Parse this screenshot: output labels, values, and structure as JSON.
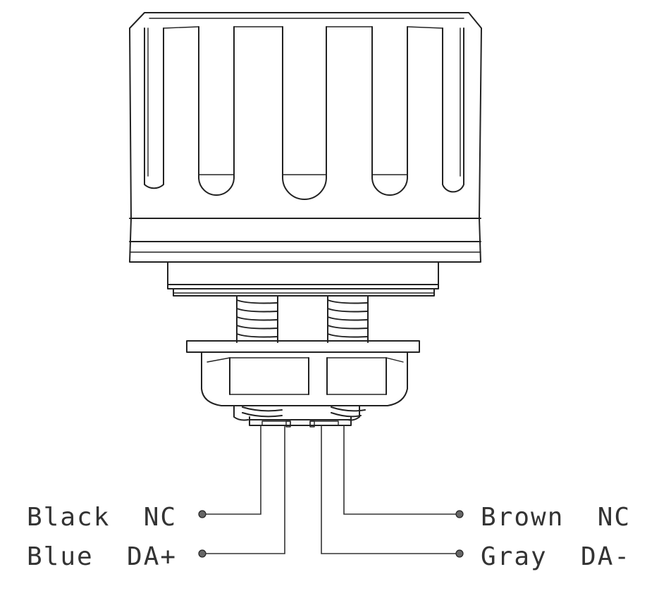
{
  "wires": [
    {
      "key": "black",
      "color_name": "Black",
      "signal": "NC",
      "side": "left"
    },
    {
      "key": "blue",
      "color_name": "Blue",
      "signal": "DA+",
      "side": "left"
    },
    {
      "key": "brown",
      "color_name": "Brown",
      "signal": "NC",
      "side": "right"
    },
    {
      "key": "gray",
      "color_name": "Gray",
      "signal": "DA-",
      "side": "right"
    }
  ],
  "labels": {
    "black": "Black  NC",
    "blue": "Blue  DA+",
    "brown": "Brown  NC",
    "gray": "Gray  DA-"
  }
}
